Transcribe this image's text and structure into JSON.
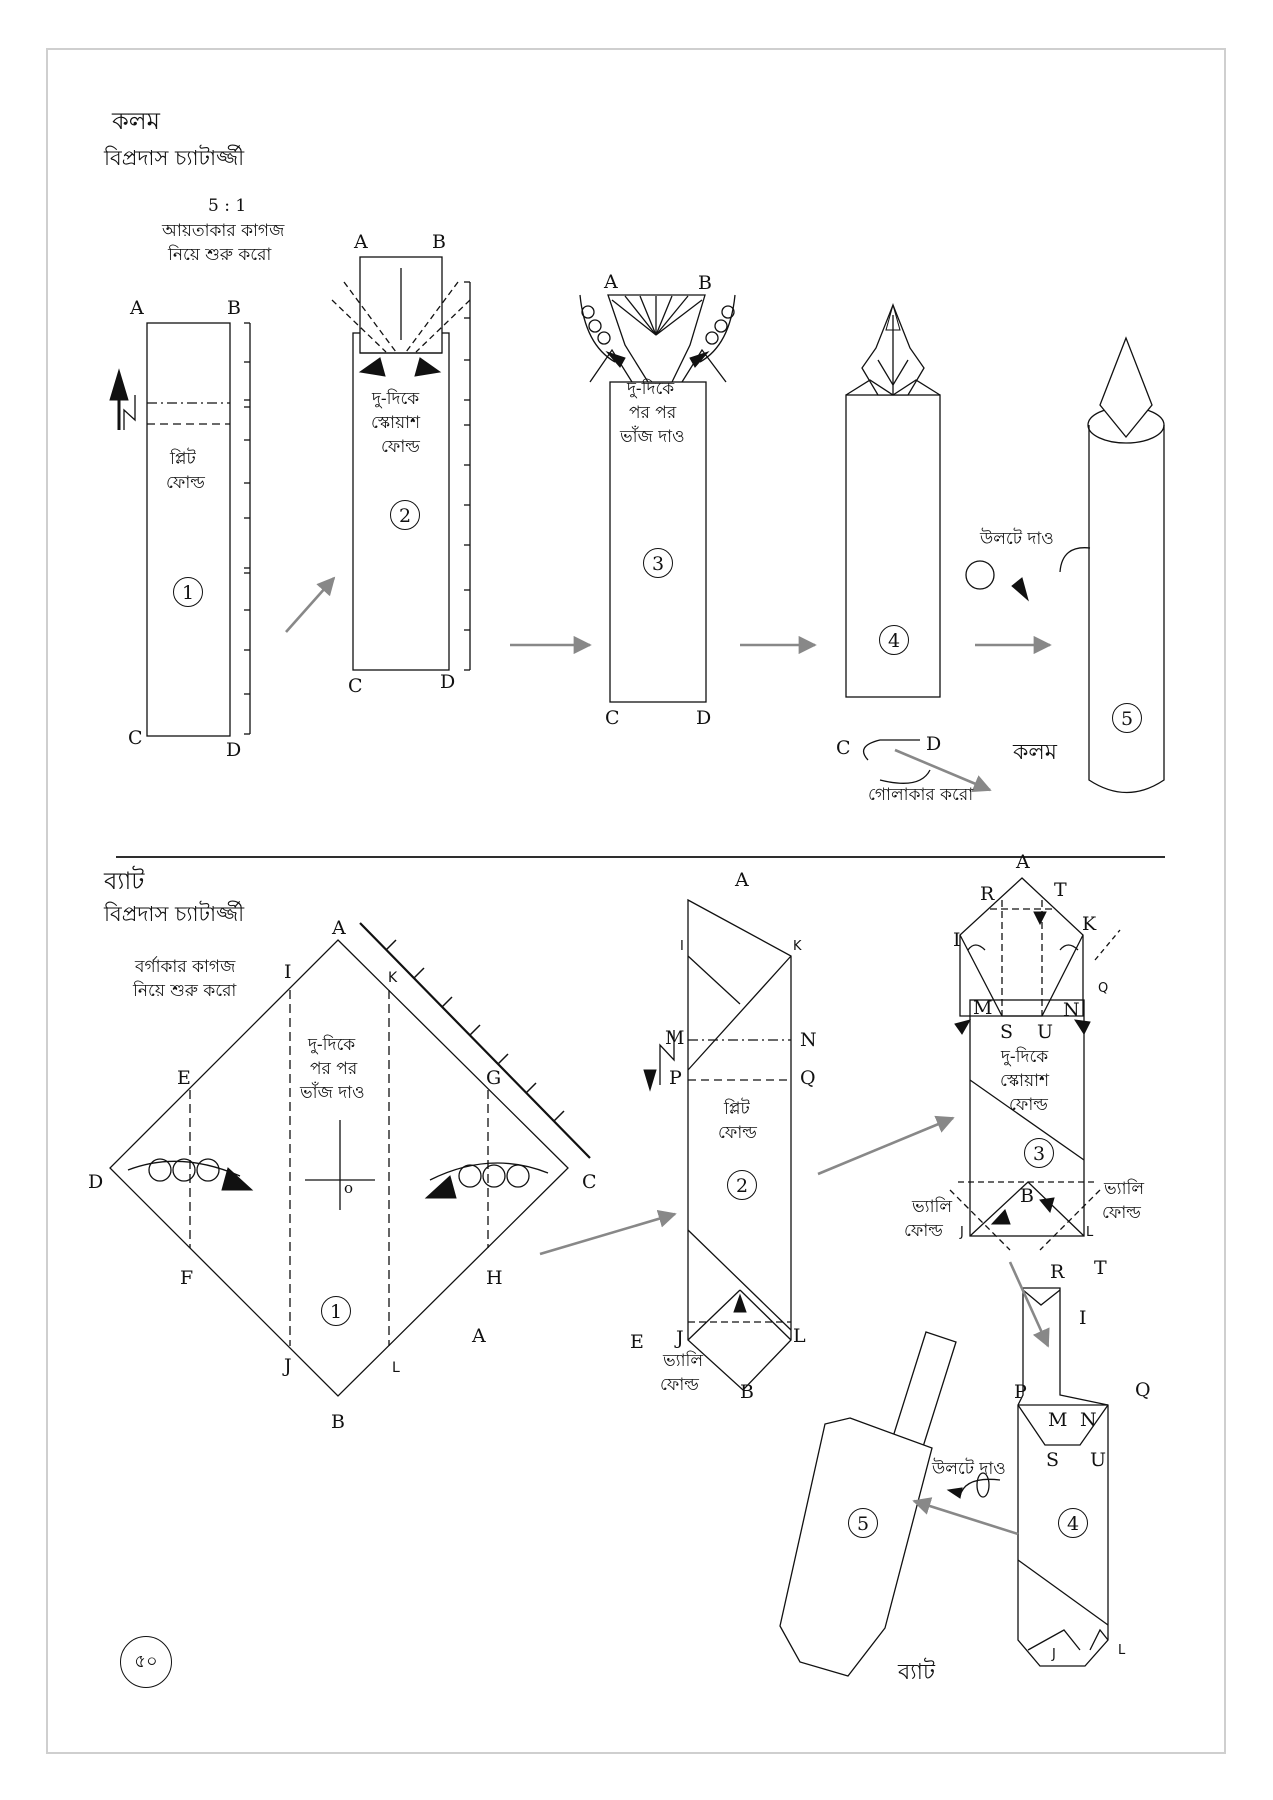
{
  "section_pen": {
    "title": "কলম",
    "author": "বিপ্রদাস চ্যাটার্জ্জী",
    "ratio": "5 : 1",
    "start_note_line1": "আয়তাকার কাগজ",
    "start_note_line2": "নিয়ে শুরু করো",
    "step1_note_line1": "প্লিট",
    "step1_note_line2": "ফোল্ড",
    "step2_note_line1": "দু-দিকে",
    "step2_note_line2": "স্কোয়াশ",
    "step2_note_line3": "ফোল্ড",
    "step3_note_line1": "দু-দিকে",
    "step3_note_line2": "পর পর",
    "step3_note_line3": "ভাঁজ দাও",
    "turn_over": "উলটে দাও",
    "roll": "গোলাকার করো",
    "result": "কলম",
    "steps": [
      "1",
      "2",
      "3",
      "4",
      "5"
    ],
    "points": {
      "A": "A",
      "B": "B",
      "C": "C",
      "D": "D"
    }
  },
  "section_bat": {
    "title": "ব্যাট",
    "author": "বিপ্রদাস চ্যাটার্জ্জী",
    "start_note_line1": "বর্গাকার কাগজ",
    "start_note_line2": "নিয়ে শুরু করো",
    "step1_note_line1": "দু-দিকে",
    "step1_note_line2": "পর পর",
    "step1_note_line3": "ভাঁজ দাও",
    "step2_pleat_line1": "প্লিট",
    "step2_pleat_line2": "ফোল্ড",
    "step2_valley_line1": "ভ্যালি",
    "step2_valley_line2": "ফোল্ড",
    "step3_note_line1": "দু-দিকে",
    "step3_note_line2": "স্কোয়াশ",
    "step3_note_line3": "ফোল্ড",
    "step3_valley_left_line1": "ভ্যালি",
    "step3_valley_left_line2": "ফোল্ড",
    "step3_valley_right_line1": "ভ্যালি",
    "step3_valley_right_line2": "ফোল্ড",
    "turn_over": "উলটে দাও",
    "result": "ব্যাট",
    "center_mark": "o",
    "steps": [
      "1",
      "2",
      "3",
      "4",
      "5"
    ],
    "points": {
      "A": "A",
      "B": "B",
      "C": "C",
      "D": "D",
      "E": "E",
      "F": "F",
      "G": "G",
      "H": "H",
      "I": "I",
      "J": "J",
      "K": "K",
      "L": "L",
      "M": "M",
      "N": "N",
      "P": "P",
      "Q": "Q",
      "R": "R",
      "S": "S",
      "T": "T",
      "U": "U"
    }
  },
  "page_number": "৫০",
  "colors": {
    "line": "#111111",
    "arrow_gray": "#888888",
    "frame": "#cfcfcf"
  }
}
